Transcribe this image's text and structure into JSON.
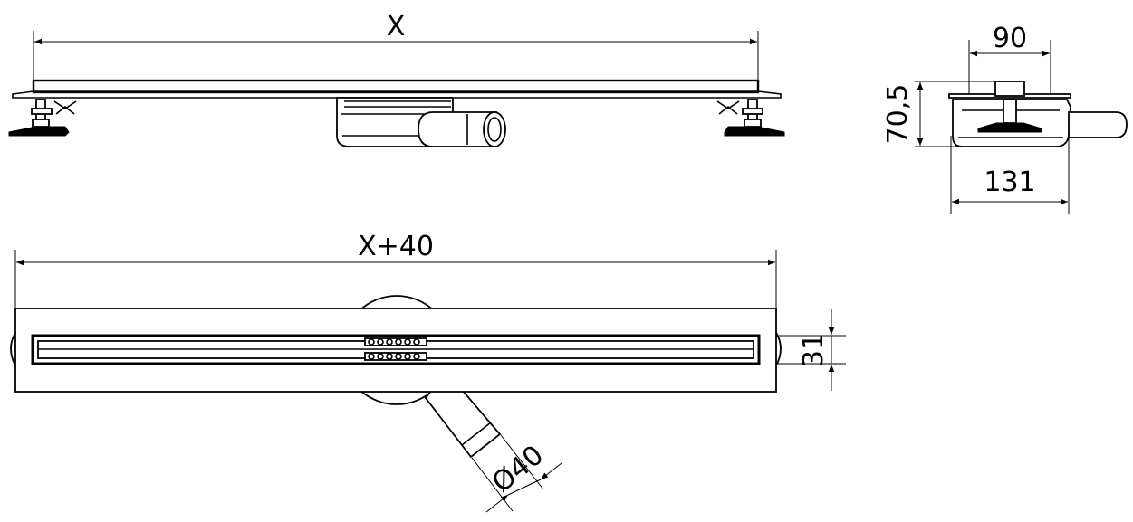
{
  "dimensions": {
    "length_top": "X",
    "length_bottom": "X+40",
    "width_top": "90",
    "height": "70,5",
    "width_bottom": "131",
    "slot_width": "31",
    "outlet_diameter": "Ø40"
  }
}
